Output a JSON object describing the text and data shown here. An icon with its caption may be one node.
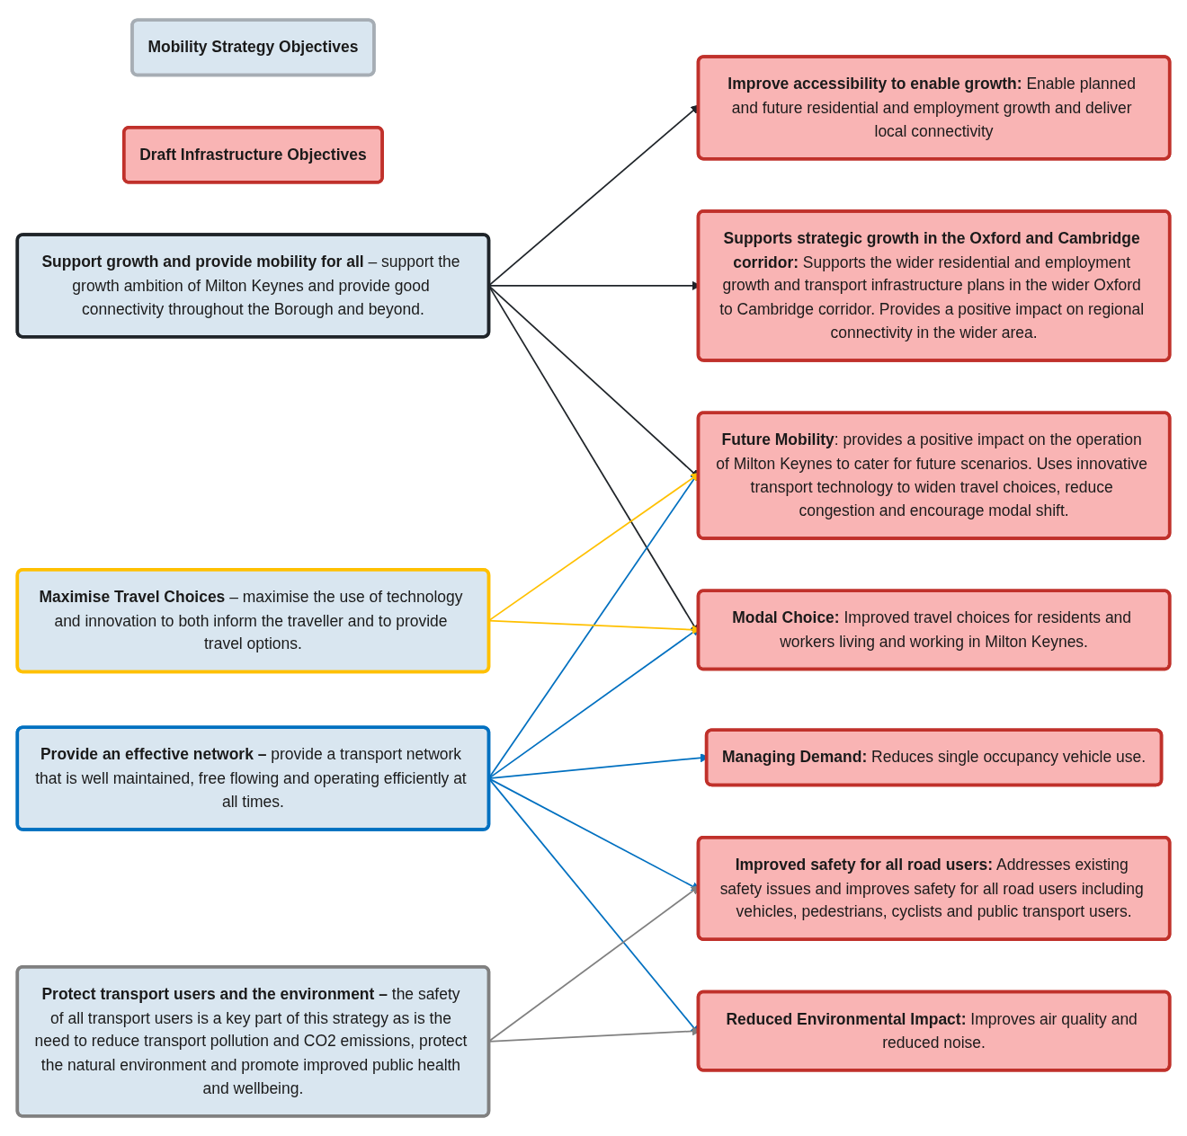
{
  "diagram": {
    "nodes": [
      {
        "text": [
          "Mobility Strategy Objectives"
        ]
      },
      {
        "text": [
          "Draft Infrastructure Objectives"
        ]
      },
      {
        "text": [
          "**Support growth and provide mobility for all** – support the growth ambition of Milton Keynes and provide good connectivity throughout the Borough and beyond."
        ]
      },
      {
        "text": [
          "**Provide an effective network –** provide a transport network that is well maintained, free flowing and operating efficiently at all times."
        ]
      },
      {
        "text": [
          "**Maximise Travel Choices** – maximise the use of technology and innovation to both inform the traveller and to provide travel options."
        ]
      },
      {
        "text": [
          "**Protect transport users and the environment –** the safety of all transport users is a key part of this strategy as is the need to reduce transport pollution and CO2 emissions, protect the natural environment and promote improved public health and wellbeing."
        ]
      },
      {
        "text": [
          "**Improve accessibility to enable growth:** Enable planned and future residential and employment growth and deliver local connectivity"
        ]
      },
      {
        "text": [
          "**Future Mobility**: provides a positive impact on the operation of Milton Keynes to cater for future scenarios. Uses innovative transport technology to widen travel choices, reduce congestion and encourage modal shift."
        ]
      },
      {
        "text": [
          "**Modal Choice:** Improved travel choices for residents and workers living and working in Milton Keynes."
        ]
      },
      {
        "text": [
          "**Supports strategic growth in the Oxford and Cambridge corridor:** Supports the wider residential and employment growth and transport infrastructure plans in the wider Oxford to Cambridge corridor. Provides a positive impact on regional connectivity in the wider area."
        ]
      },
      {
        "text": [
          "**Managing Demand:** Reduces single occupancy vehicle use."
        ]
      },
      {
        "text": [
          "**Improved safety for all road users:** Addresses existing safety issues and improves safety for all road users including vehicles, pedestrians, cyclists and public transport users."
        ]
      },
      {
        "text": [
          "**Reduced Environmental Impact:** Improves air quality and reduced noise."
        ]
      }
    ],
    "edges": [
      {
        "from": 2,
        "to": 6,
        "arrow": "to",
        "color": "#1f2429"
      },
      {
        "from": 2,
        "to": 7,
        "arrow": "to",
        "color": "#1f2429"
      },
      {
        "from": 2,
        "to": 8,
        "arrow": "to",
        "color": "#1f2429"
      },
      {
        "from": 2,
        "to": 9,
        "arrow": "to",
        "color": "#1f2429"
      },
      {
        "from": 3,
        "to": 7,
        "arrow": "to"
      },
      {
        "from": 3,
        "to": 8,
        "arrow": "to"
      },
      {
        "from": 3,
        "to": 10,
        "arrow": "to"
      },
      {
        "from": 3,
        "to": 11,
        "arrow": "to"
      },
      {
        "from": 3,
        "to": 12,
        "arrow": "to"
      },
      {
        "from": 4,
        "to": 7,
        "arrow": "to",
        "color": "#ffc000"
      },
      {
        "from": 4,
        "to": 8,
        "arrow": "to",
        "color": "#ffc000"
      },
      {
        "from": 5,
        "to": 11,
        "arrow": "to",
        "color": "#808080"
      },
      {
        "from": 5,
        "to": 12,
        "arrow": "to",
        "color": "#808080"
      }
    ]
  }
}
